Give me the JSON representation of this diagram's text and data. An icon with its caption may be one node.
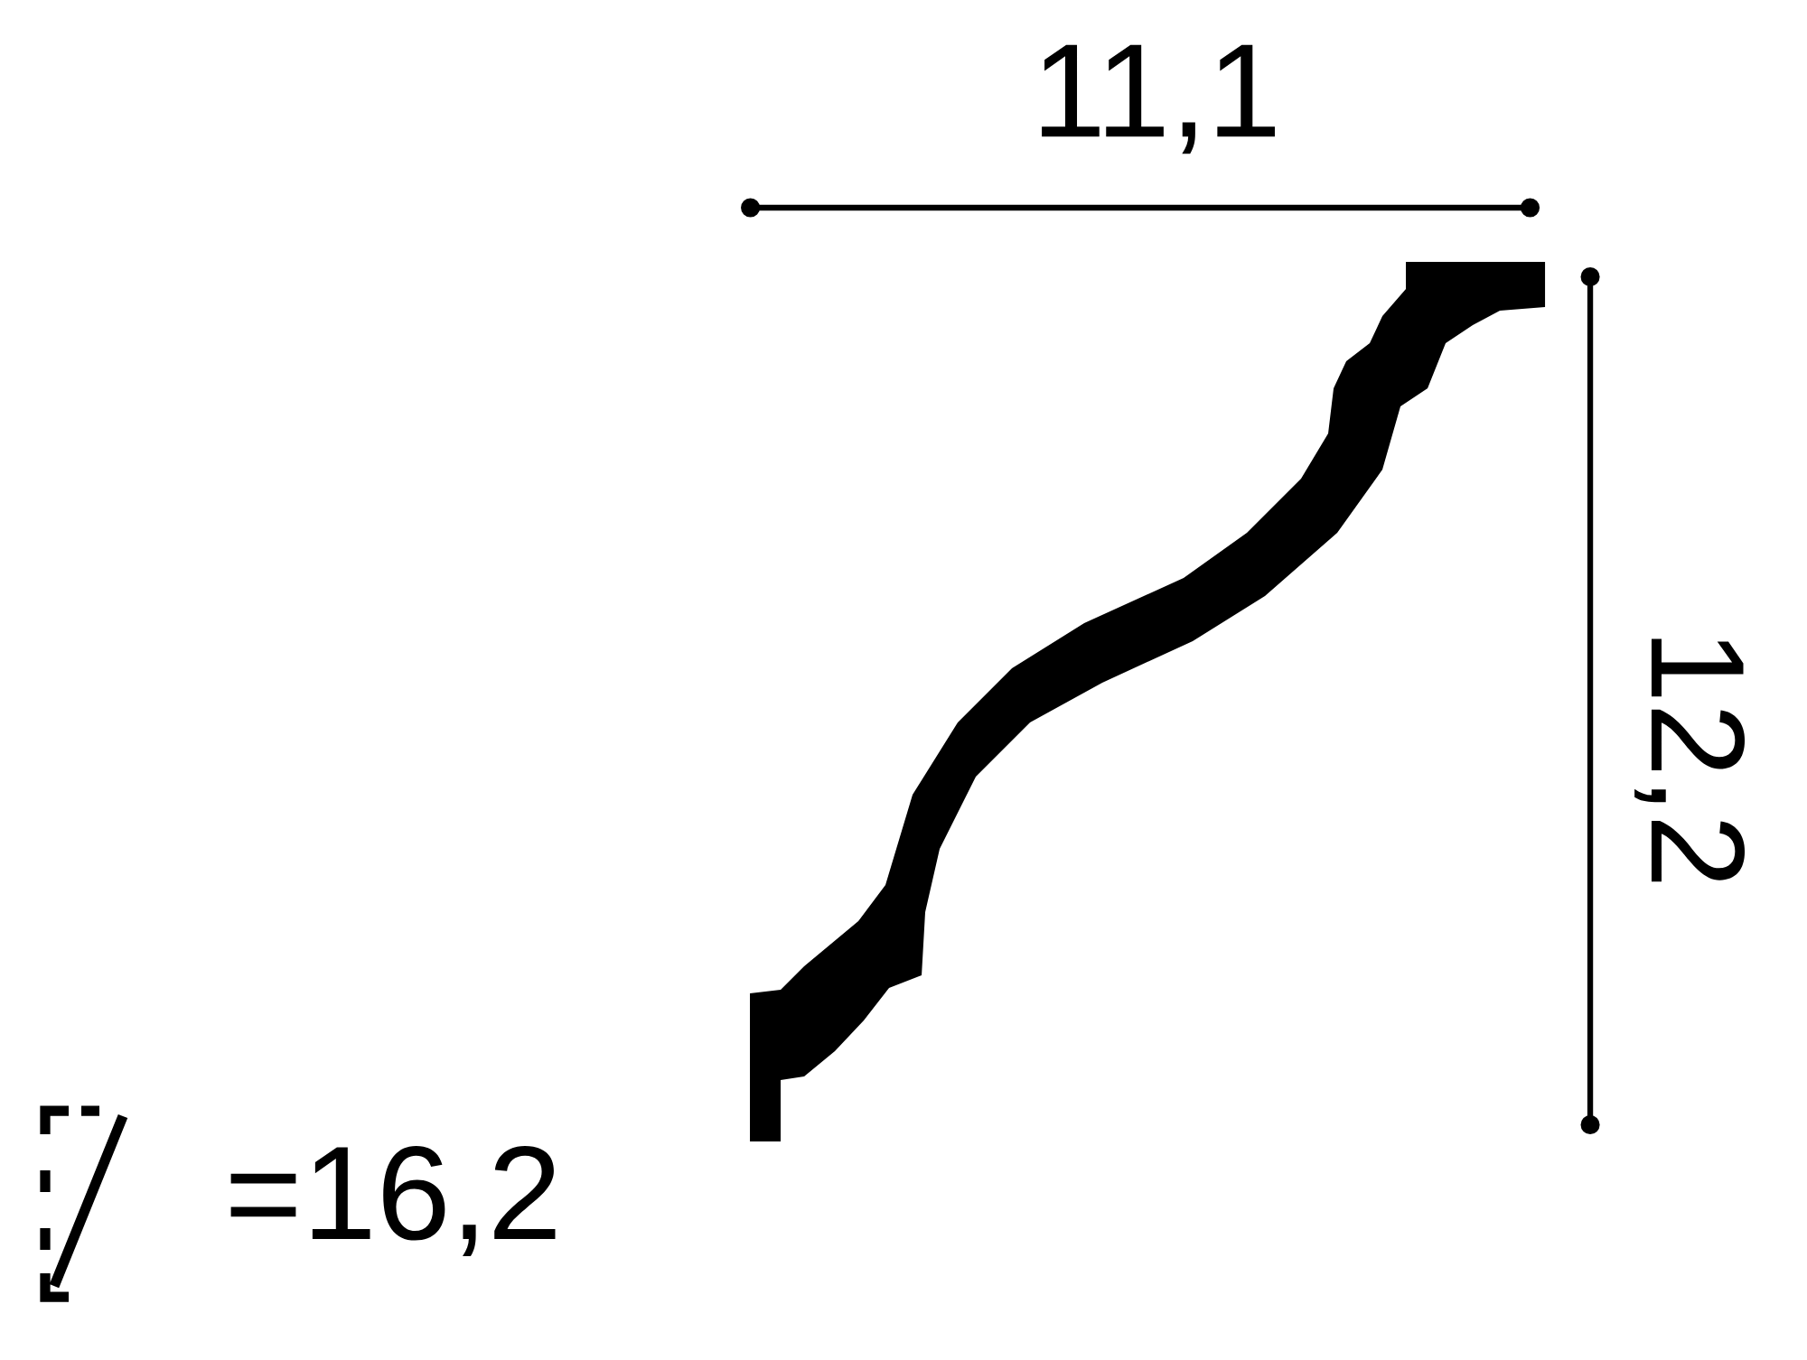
{
  "diagram": {
    "labels": [
      "11,1",
      "12,2",
      "=16,2"
    ]
  }
}
